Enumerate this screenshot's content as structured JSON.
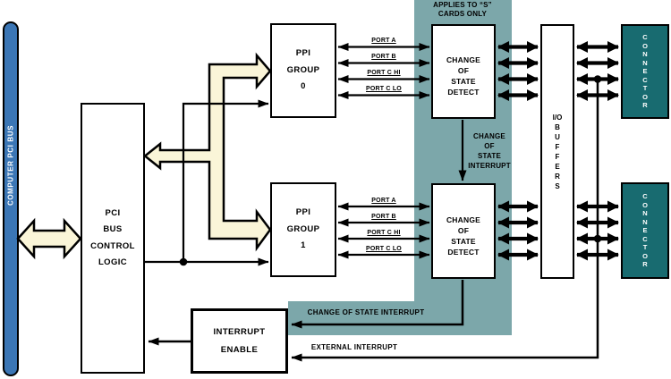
{
  "bus": {
    "label": "COMPUTER PCI BUS"
  },
  "boxes": {
    "pci_bus_control_logic": {
      "lines": [
        "PCI",
        "BUS",
        "CONTROL",
        "LOGIC"
      ]
    },
    "ppi_group_0": {
      "lines": [
        "PPI",
        "GROUP",
        "0"
      ]
    },
    "ppi_group_1": {
      "lines": [
        "PPI",
        "GROUP",
        "1"
      ]
    },
    "change_of_state_detect_0": {
      "lines": [
        "CHANGE",
        "OF",
        "STATE",
        "DETECT"
      ]
    },
    "change_of_state_detect_1": {
      "lines": [
        "CHANGE",
        "OF",
        "STATE",
        "DETECT"
      ]
    },
    "io_buffers": {
      "top": "I/O",
      "stacked": "BUFFERS"
    },
    "connector_0": {
      "stacked": "CONNECTOR"
    },
    "connector_1": {
      "stacked": "CONNECTOR"
    },
    "interrupt_enable": {
      "lines": [
        "INTERRUPT",
        "ENABLE"
      ]
    }
  },
  "labels": {
    "applies_note": {
      "lines": [
        "APPLIES TO “S”",
        "CARDS ONLY"
      ]
    },
    "group0_ports": [
      "PORT A",
      "PORT B",
      "PORT C HI",
      "PORT C LO"
    ],
    "group1_ports": [
      "PORT A",
      "PORT B",
      "PORT C HI",
      "PORT C LO"
    ],
    "change_of_state_interrupt_vertical": {
      "lines": [
        "CHANGE",
        "OF",
        "STATE",
        "INTERRUPT"
      ]
    },
    "change_of_state_interrupt": "CHANGE OF STATE INTERRUPT",
    "external_interrupt": "EXTERNAL INTERRUPT"
  },
  "colors": {
    "bus_bar_blue": "#3B76B5",
    "cream_arrow": "#FAF5D8",
    "teal_region": "#7CA7AA",
    "connector_teal": "#186B70",
    "wire_black": "#000000"
  }
}
